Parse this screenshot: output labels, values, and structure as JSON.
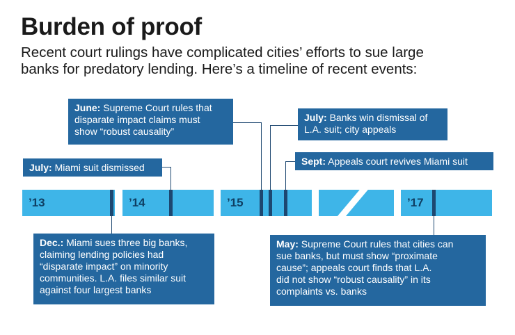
{
  "header": {
    "title": "Burden of proof",
    "subtitle_line1": "Recent court rulings have complicated cities’ efforts to sue large",
    "subtitle_line2": "banks for predatory lending. Here’s a timeline of recent events:"
  },
  "timeline": {
    "years": [
      "’13",
      "’14",
      "’15",
      "’17"
    ]
  },
  "events": {
    "june": {
      "label": "June:",
      "line1": " Supreme Court rules that",
      "line2": "disparate impact claims must",
      "line3": "show “robust causality”"
    },
    "july_la": {
      "label": "July:",
      "line1": " Banks win dismissal of",
      "line2": "L.A. suit; city appeals"
    },
    "july_miami": {
      "label": "July:",
      "line1": " Miami suit dismissed"
    },
    "sept": {
      "label": "Sept:",
      "line1": " Appeals court revives Miami suit"
    },
    "dec": {
      "label": "Dec.:",
      "line1": " Miami sues three big banks,",
      "line2": "claiming lending policies had",
      "line3": "“disparate impact” on minority",
      "line4": "communities. L.A. files similar suit",
      "line5": "against four largest banks"
    },
    "may": {
      "label": "May:",
      "line1": " Supreme Court rules that cities can",
      "line2": "sue banks, but must show “proximate",
      "line3": "cause”; appeals court finds that L.A.",
      "line4": "did not show “robust causality” in its",
      "line5": "complaints vs. banks"
    }
  },
  "colors": {
    "bar": "#3eb5e8",
    "box": "#24679f",
    "marker": "#1d4770"
  }
}
